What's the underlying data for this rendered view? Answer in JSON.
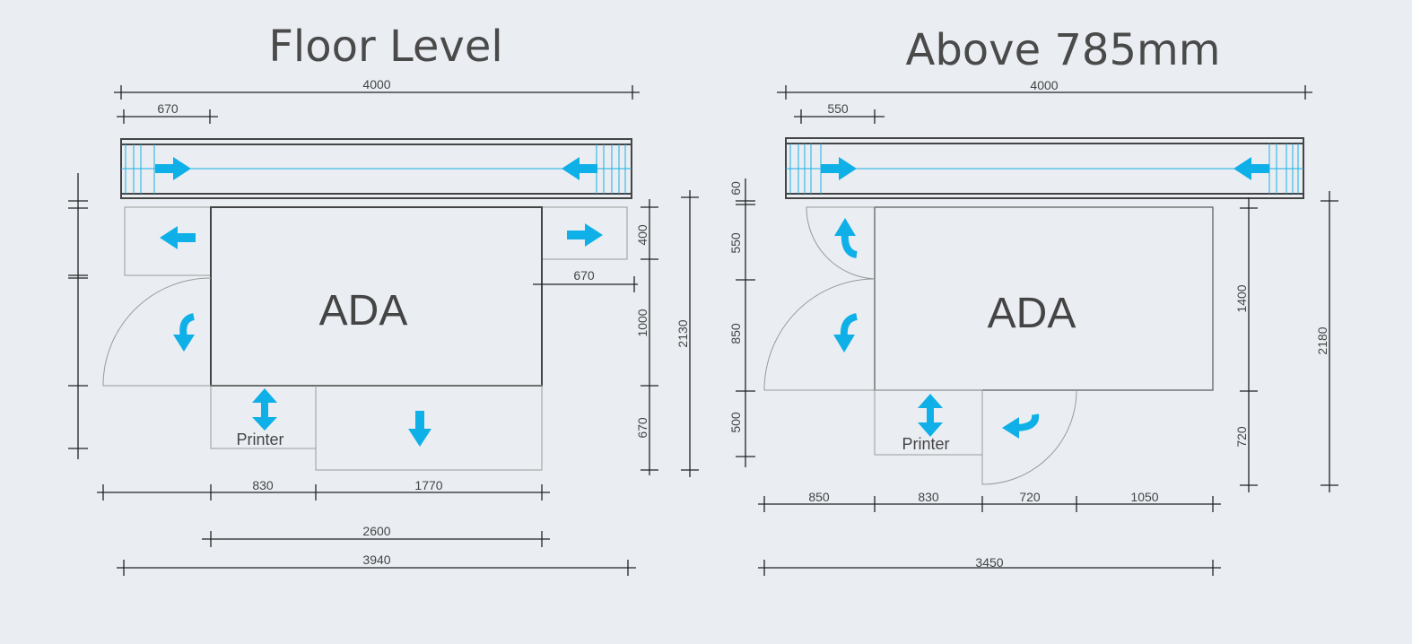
{
  "left": {
    "title": "Floor Level",
    "box_label": "ADA",
    "printer_label": "Printer",
    "dims": {
      "top_total": "4000",
      "top_offset": "670",
      "right_gap": "670",
      "v_400": "400",
      "v_1000": "1000",
      "v_670": "670",
      "v_total": "2130",
      "b_830": "830",
      "b_1770": "1770",
      "b_2600": "2600",
      "b_total": "3940"
    }
  },
  "right": {
    "title": "Above 785mm",
    "box_label": "ADA",
    "printer_label": "Printer",
    "dims": {
      "top_total": "4000",
      "top_offset": "550",
      "v_60": "60",
      "v_550": "550",
      "v_850": "850",
      "v_500": "500",
      "v_1400": "1400",
      "v_720": "720",
      "v_total": "2180",
      "b_850": "850",
      "b_830": "830",
      "b_720": "720",
      "b_1050": "1050",
      "b_total": "3450"
    }
  },
  "colors": {
    "background": "#eaeef3",
    "arrow": "#0fb0e8",
    "line": "#444444"
  }
}
